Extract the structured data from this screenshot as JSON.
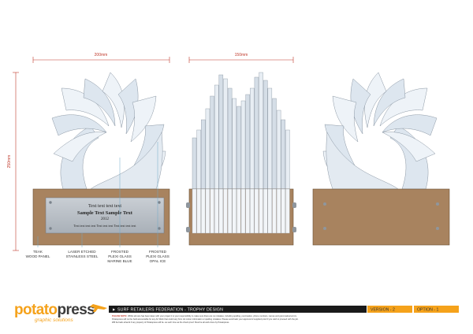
{
  "dimensions": {
    "width_front": "200mm",
    "width_side": "150mm",
    "height": "250mm"
  },
  "plaque": {
    "line1": "Text text text text",
    "line2": "Sample Text Sample Text",
    "line3": "2012",
    "line4": "Text text text text Text text text Text text text text"
  },
  "callouts": {
    "teak": [
      "TEAK",
      "WOOD PANEL"
    ],
    "laser": [
      "LASER ETCHED",
      "STAINLESS STEEL"
    ],
    "blue": [
      "FROSTED",
      "PLEXI GLASS",
      "MARINE BLUE"
    ],
    "opal": [
      "FROSTED",
      "PLEXI GLASS",
      "OPAL ICE"
    ]
  },
  "footer": {
    "brand_main": "potatopress",
    "brand_sub": "graphic solutions",
    "title": "SURF RETAILERS FEDERATION - TROPHY DESIGN",
    "version": "VERSION - 2",
    "option": "OPTION - 1",
    "notice_label": "PLEASE NOTE:",
    "notice_line1": "Whilst all care has been taken with your project it is your responsibility to make sure there are no mistakes, including spelling, punctuation, phone numbers, names and grammatical errors.",
    "notice_line2": "Potatopress will not be held accountable for any Art Work that could vary from ink colour information or spelling mistakes. Please send back your approval of supplied proof if you wish to proceed with the job.",
    "notice_line3": "Will be back artwork if any property of Potatopress will be. as such time as the check proof. Must be all work done by Potatopress."
  },
  "colors": {
    "wood": "#a8835f",
    "plate": "#b9bfc6",
    "glass_blue": "#dde6ef",
    "glass_opal": "#f4f7fa",
    "accent": "#f5a21b",
    "dimension": "#c0392b"
  }
}
